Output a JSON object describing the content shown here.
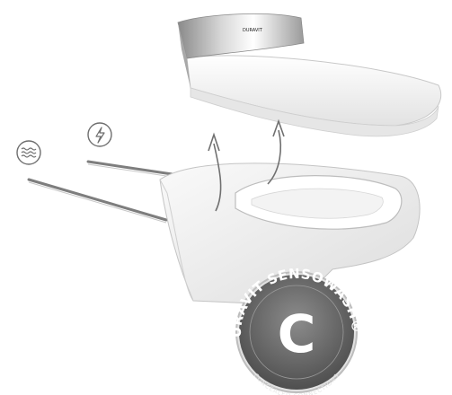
{
  "product": {
    "brand_badge": "DURAVIT",
    "seal_top": "DURAVIT SENSOWASH® C",
    "seal_letter": "C",
    "seal_bottom": "CONCEALED CONNECTIONS"
  },
  "icons": {
    "water": "water-waves-icon",
    "power": "lightning-bolt-icon"
  },
  "colors": {
    "background": "#ffffff",
    "ceramic": "#f4f4f4",
    "seal": "#6a6a6a",
    "line": "#7a7a7a"
  }
}
